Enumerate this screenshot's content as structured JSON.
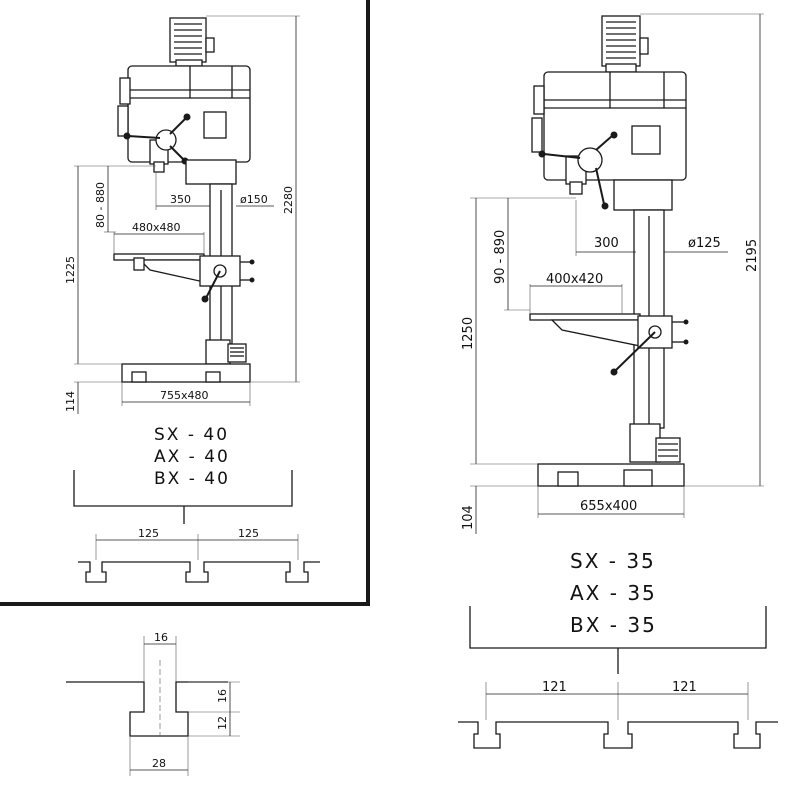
{
  "left_machine": {
    "models": [
      "SX - 40",
      "AX - 40",
      "BX - 40"
    ],
    "dims": {
      "height_total": "2280",
      "height_table": "1225",
      "stroke_range": "80 - 880",
      "reach": "350",
      "column_dia": "ø150",
      "table_size": "480x480",
      "base_size": "755x480",
      "base_height": "114"
    },
    "slots": {
      "spacing_left": "125",
      "spacing_right": "125"
    }
  },
  "right_machine": {
    "models": [
      "SX - 35",
      "AX - 35",
      "BX - 35"
    ],
    "dims": {
      "height_total": "2195",
      "height_table": "1250",
      "stroke_range": "90 - 890",
      "reach": "300",
      "column_dia": "ø125",
      "table_size": "400x420",
      "base_size": "655x400",
      "base_height": "104"
    },
    "slots": {
      "spacing_left": "121",
      "spacing_right": "121"
    }
  },
  "tslot_detail": {
    "width_top": "16",
    "depth_upper": "16",
    "depth_lower": "12",
    "width_bottom": "28"
  }
}
